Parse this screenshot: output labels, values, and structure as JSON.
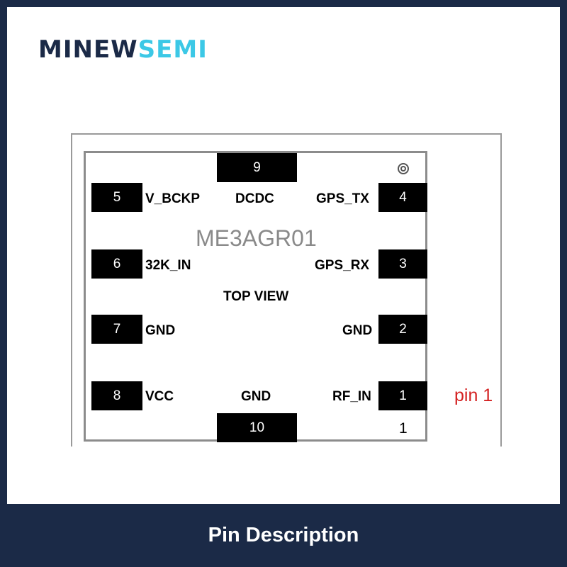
{
  "logo": {
    "part_dark": "MINEW",
    "part_light": "SEMI"
  },
  "chip": {
    "name": "ME3AGR01",
    "view_label": "TOP VIEW",
    "bottom_pin_marker": "1"
  },
  "pads": {
    "p9": "9",
    "p5": "5",
    "p4": "4",
    "p6": "6",
    "p3": "3",
    "p7": "7",
    "p2": "2",
    "p8": "8",
    "p1": "1",
    "p10": "10"
  },
  "labels": {
    "v_bckp": "V_BCKP",
    "dcdc": "DCDC",
    "gps_tx": "GPS_TX",
    "k32_in": "32K_IN",
    "gps_rx": "GPS_RX",
    "gnd_left": "GND",
    "gnd_right": "GND",
    "vcc": "VCC",
    "gnd_bottom": "GND",
    "rf_in": "RF_IN"
  },
  "annotation": {
    "pin1_label": "pin 1",
    "color": "#d42222"
  },
  "footer": {
    "title": "Pin Description"
  },
  "colors": {
    "navy": "#1b2a47",
    "accent_cyan": "#3cc8e6",
    "white": "#ffffff"
  }
}
